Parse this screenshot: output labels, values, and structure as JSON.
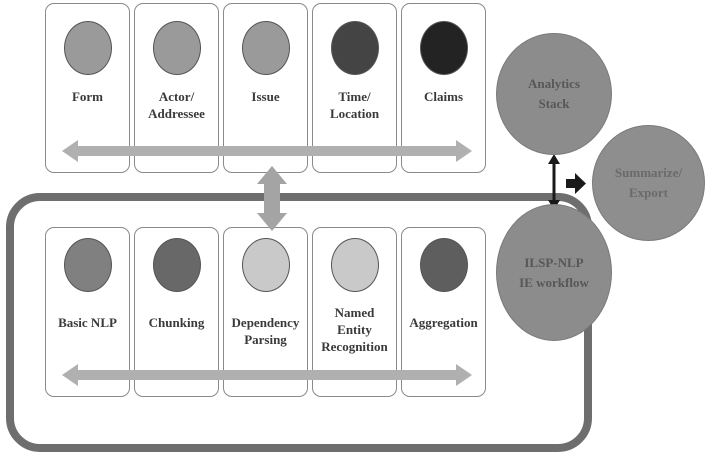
{
  "top_row": [
    {
      "label_lines": [
        "Form"
      ],
      "fill": "#9a9a9a"
    },
    {
      "label_lines": [
        "Actor/",
        "Addressee"
      ],
      "fill": "#9a9a9a"
    },
    {
      "label_lines": [
        "Issue"
      ],
      "fill": "#9a9a9a"
    },
    {
      "label_lines": [
        "Time/",
        "Location"
      ],
      "fill": "#444444"
    },
    {
      "label_lines": [
        "Claims"
      ],
      "fill": "#232323"
    }
  ],
  "bottom_row": [
    {
      "label_lines": [
        "Basic NLP"
      ],
      "fill": "#808080"
    },
    {
      "label_lines": [
        "Chunking"
      ],
      "fill": "#686868"
    },
    {
      "label_lines": [
        "Dependency",
        "Parsing"
      ],
      "fill": "#c9c9c9"
    },
    {
      "label_lines": [
        "Named",
        "Entity",
        "Recognition"
      ],
      "fill": "#c9c9c9"
    },
    {
      "label_lines": [
        "Aggregation"
      ],
      "fill": "#5e5e5e"
    }
  ],
  "nodes": {
    "analytics": {
      "line1": "Analytics",
      "line2": "Stack"
    },
    "ilsp": {
      "line1": "ILSP-NLP",
      "line2": "IE workflow"
    },
    "export": {
      "line1": "Summarize/",
      "line2": "Export"
    }
  },
  "colors": {
    "card_border": "#8a8a8a",
    "arrow": "#b0b0b0",
    "frame": "#6e6e6e",
    "node_fill": "#8c8c8c",
    "connector": "#1a1a1a"
  }
}
